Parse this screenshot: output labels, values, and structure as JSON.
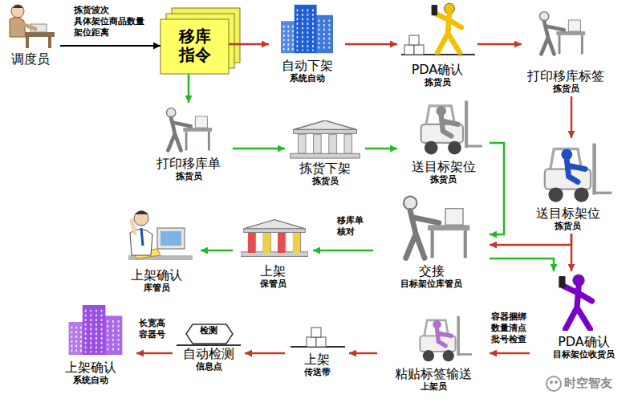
{
  "diagram": {
    "nodes": [
      {
        "text": [
          "调度员"
        ]
      },
      {
        "text": [
          "移库指令"
        ]
      },
      {
        "text": [
          "自动下架",
          "系统自动"
        ]
      },
      {
        "text": [
          "PDA确认",
          "拣货员"
        ]
      },
      {
        "text": [
          "打印移库标签",
          "拣货员"
        ]
      },
      {
        "text": [
          "打印移库单",
          "拣货员"
        ]
      },
      {
        "text": [
          "拣货下架",
          "拣货员"
        ]
      },
      {
        "text": [
          "送目标架位",
          "拣货员"
        ]
      },
      {
        "text": [
          "送目标架位",
          "拣货员"
        ]
      },
      {
        "text": [
          "交接",
          "目标架位库管员"
        ]
      },
      {
        "text": [
          "上架",
          "保管员"
        ]
      },
      {
        "text": [
          "上架确认",
          "库管员"
        ]
      },
      {
        "text": [
          "PDA确认",
          "目标架位收货员"
        ]
      },
      {
        "text": [
          "粘贴标签输送",
          "上架员"
        ]
      },
      {
        "text": [
          "上架",
          "传送带"
        ]
      },
      {
        "text": [
          "检测",
          "自动检测",
          "信息点"
        ]
      },
      {
        "text": [
          "上架确认",
          "系统自动"
        ]
      }
    ],
    "edges": [
      {
        "from": 0,
        "to": 1,
        "arrow": "to",
        "label": "拣货波次 具体架位商品数量 架位距离"
      },
      {
        "from": 1,
        "to": 2,
        "arrow": "to"
      },
      {
        "from": 2,
        "to": 3,
        "arrow": "to"
      },
      {
        "from": 3,
        "to": 4,
        "arrow": "to"
      },
      {
        "from": 4,
        "to": 8,
        "arrow": "to"
      },
      {
        "from": 8,
        "to": 9,
        "arrow": "to"
      },
      {
        "from": 8,
        "to": 12,
        "arrow": "to"
      },
      {
        "from": 1,
        "to": 5,
        "arrow": "to"
      },
      {
        "from": 5,
        "to": 6,
        "arrow": "to"
      },
      {
        "from": 6,
        "to": 7,
        "arrow": "to"
      },
      {
        "from": 7,
        "to": 9,
        "arrow": "to"
      },
      {
        "from": 9,
        "to": 10,
        "arrow": "to",
        "label": "移库单 核对"
      },
      {
        "from": 10,
        "to": 11,
        "arrow": "to"
      },
      {
        "from": 9,
        "to": 12,
        "arrow": "to"
      },
      {
        "from": 12,
        "to": 13,
        "arrow": "to",
        "label": "容器捆绑 数量清点 批号检查"
      },
      {
        "from": 13,
        "to": 14,
        "arrow": "to"
      },
      {
        "from": 14,
        "to": 15,
        "arrow": "to"
      },
      {
        "from": 15,
        "to": 16,
        "arrow": "to",
        "label": "长宽高 容器号"
      }
    ],
    "labels": [
      "时空智友"
    ]
  }
}
